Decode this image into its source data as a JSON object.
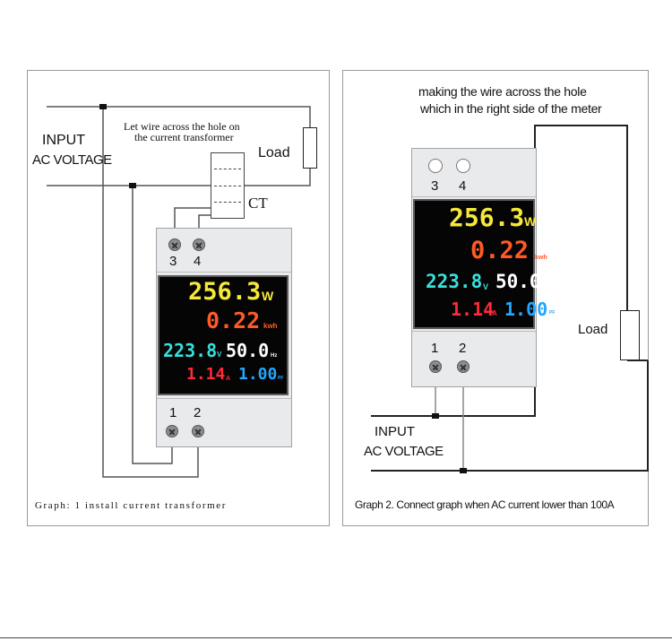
{
  "colors": {
    "power": "#f5e83a",
    "energy": "#ff5a26",
    "voltage": "#38e0dc",
    "frequency": "#ffffff",
    "current": "#ff2a3a",
    "pf": "#23a7ff"
  },
  "graph1": {
    "input_label": "INPUT",
    "ac_label": "AC VOLTAGE",
    "ct_note_line1": "Let wire across the hole on",
    "ct_note_line2": "the current transformer",
    "load_label": "Load",
    "ct_label": "CT",
    "terminal_3": "3",
    "terminal_4": "4",
    "terminal_1": "1",
    "terminal_2": "2",
    "caption": "Graph: 1 install current transformer"
  },
  "graph2": {
    "title_line1": "making the wire across the hole",
    "title_line2": "which in the right side of the meter",
    "load_label": "Load",
    "input_label": "INPUT",
    "ac_label": "AC VOLTAGE",
    "terminal_3": "3",
    "terminal_4": "4",
    "terminal_1": "1",
    "terminal_2": "2",
    "caption": "Graph 2. Connect graph when AC current lower than 100A"
  },
  "display": {
    "power": "256.3",
    "power_unit": "W",
    "energy": "0.22",
    "energy_unit": "kwh",
    "voltage": "223.8",
    "voltage_unit": "V",
    "frequency": "50.0",
    "frequency_unit": "Hz",
    "current": "1.14",
    "current_unit": "A",
    "pf": "1.00",
    "pf_unit": "PF"
  }
}
